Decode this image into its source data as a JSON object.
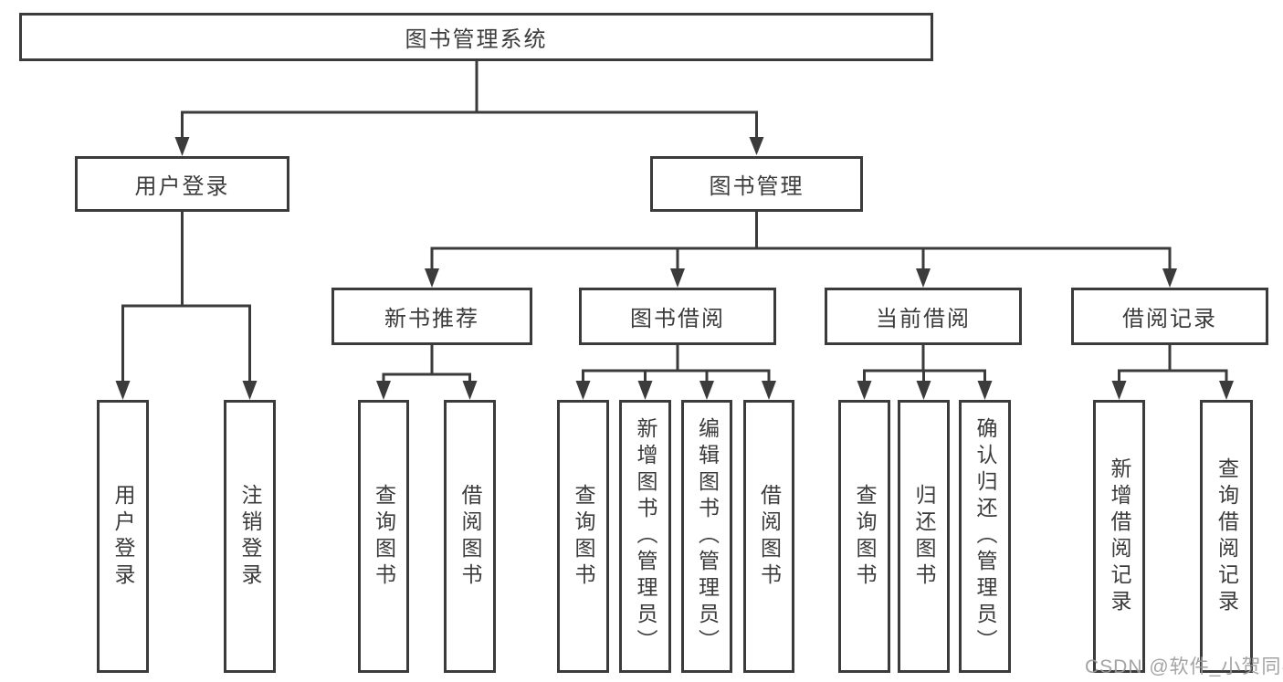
{
  "tree": {
    "root": "图书管理系统",
    "login_branch": {
      "label": "用户登录",
      "leaves": [
        "用户登录",
        "注销登录"
      ]
    },
    "manage_branch": {
      "label": "图书管理",
      "groups": [
        {
          "label": "新书推荐",
          "leaves": [
            "查询图书",
            "借阅图书"
          ]
        },
        {
          "label": "图书借阅",
          "leaves": [
            "查询图书",
            "新增图书（管理员）",
            "编辑图书（管理员）",
            "借阅图书"
          ]
        },
        {
          "label": "当前借阅",
          "leaves": [
            "查询图书",
            "归还图书",
            "确认归还（管理员）"
          ]
        },
        {
          "label": "借阅记录",
          "leaves": [
            "新增借阅记录",
            "查询借阅记录"
          ]
        }
      ]
    }
  },
  "watermark": "CSDN @软件_小贺同学",
  "colors": {
    "line": "#3b3b3b",
    "text": "#3b3b3b",
    "box_background": "#ffffff",
    "watermark": "#9b9b9b",
    "background": "#ffffff"
  }
}
